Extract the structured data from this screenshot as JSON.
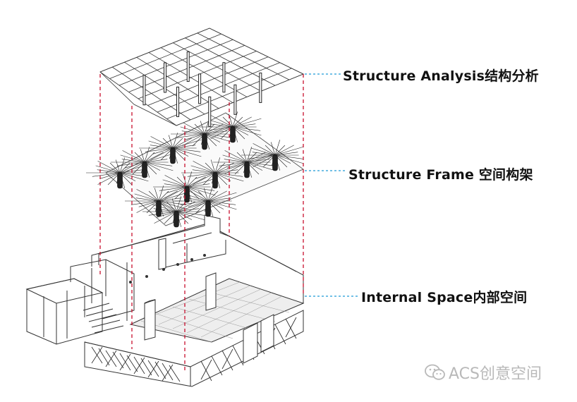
{
  "labels": {
    "analysis": "Structure Analysis结构分析",
    "frame": "Structure Frame  空间构架",
    "space": "Internal Space内部空间"
  },
  "watermark": {
    "text": "ACS创意空间",
    "icon": "wechat-icon"
  },
  "colors": {
    "guide_red": "#c8102e",
    "guide_cyan": "#1e9bd7",
    "line": "#333333",
    "watermark": "#b9b9b9"
  }
}
